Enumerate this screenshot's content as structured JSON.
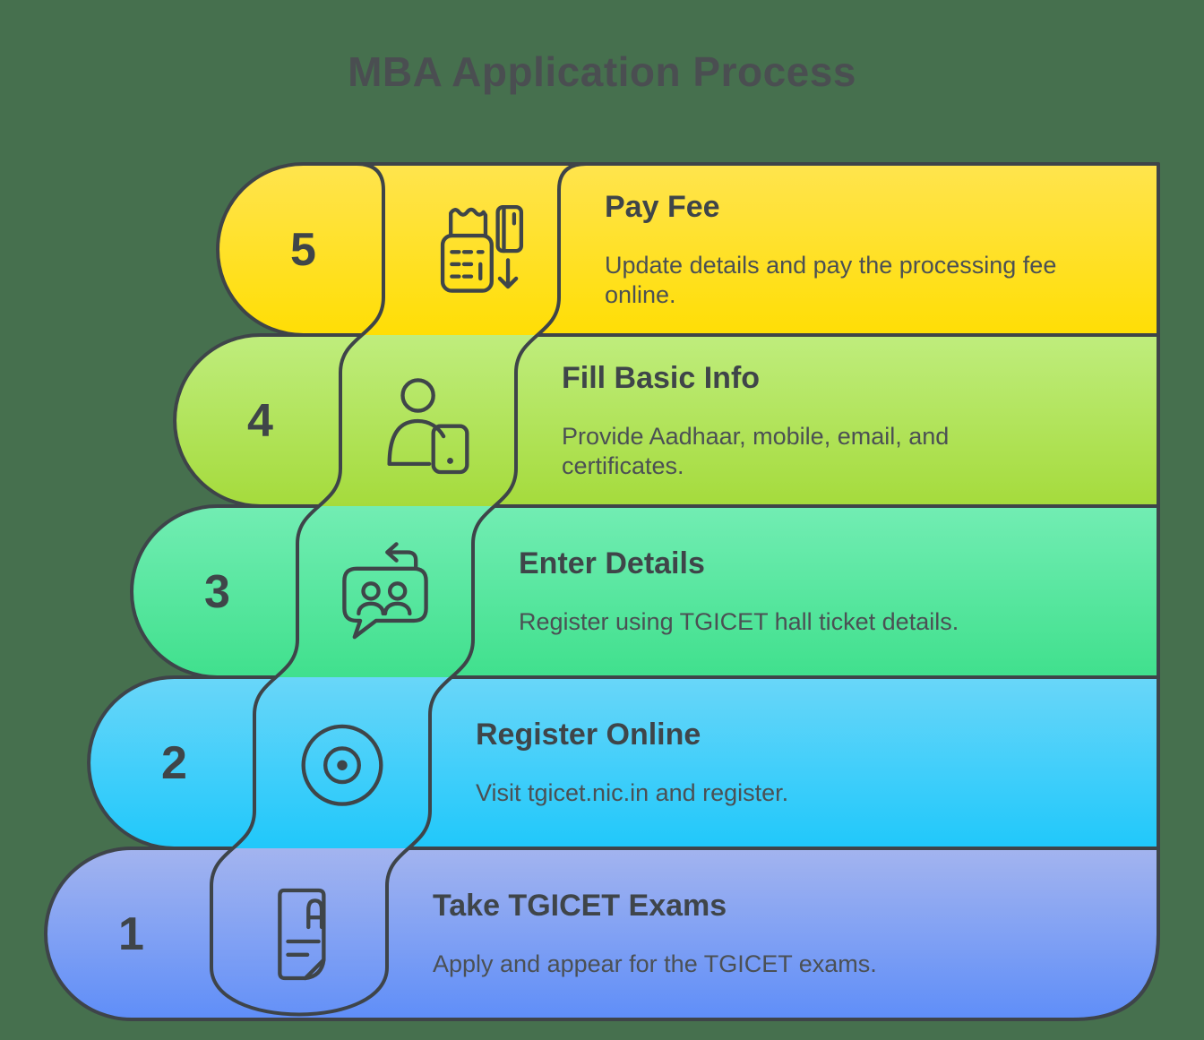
{
  "page": {
    "title": "MBA Application Process",
    "background_color": "#46704e",
    "outline_color": "#3e4449",
    "text_color": "#3f4549"
  },
  "steps": [
    {
      "number": "5",
      "title": "Pay Fee",
      "description": "Update details and pay the processing fee online.",
      "icon": "payment-terminal-card-icon",
      "color_top": "#ffe44e",
      "color_bottom": "#ffde05"
    },
    {
      "number": "4",
      "title": "Fill Basic Info",
      "description": "Provide Aadhaar, mobile, email, and certificates.",
      "icon": "person-phone-icon",
      "color_top": "#bfed7d",
      "color_bottom": "#a5db3c"
    },
    {
      "number": "3",
      "title": "Enter Details",
      "description": "Register using TGICET hall ticket details.",
      "icon": "chat-people-sync-icon",
      "color_top": "#72edb3",
      "color_bottom": "#40e08d"
    },
    {
      "number": "2",
      "title": "Register Online",
      "description": "Visit tgicet.nic.in and register.",
      "icon": "target-circles-icon",
      "color_top": "#69d6f9",
      "color_bottom": "#20c8fa"
    },
    {
      "number": "1",
      "title": "Take TGICET Exams",
      "description": "Apply and appear for the TGICET exams.",
      "icon": "document-a-icon",
      "color_top": "#a3b4ef",
      "color_bottom": "#5f8ef8"
    }
  ]
}
